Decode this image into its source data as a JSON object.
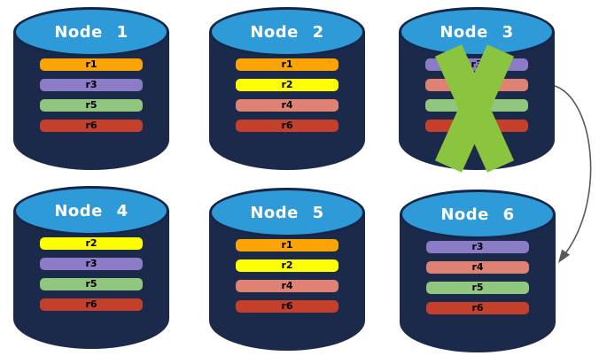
{
  "palette": {
    "background": "#ffffff",
    "cylinder-body": "#1b2a4b",
    "cylinder-top": "#2e9ad8",
    "cylinder-outline": "#152648",
    "node-title-color": "#ffffff",
    "bar-label-color": "#000000",
    "failure-x": "#8bc53f",
    "arrow": "#595959"
  },
  "nodes": [
    {
      "title": "Node 1",
      "replicas": [
        {
          "label": "r1",
          "color": "#fca305"
        },
        {
          "label": "r3",
          "color": "#8c7bc6"
        },
        {
          "label": "r5",
          "color": "#90c67e"
        },
        {
          "label": "r6",
          "color": "#c4402b"
        }
      ]
    },
    {
      "title": "Node 2",
      "replicas": [
        {
          "label": "r1",
          "color": "#fca305"
        },
        {
          "label": "r2",
          "color": "#ffff00"
        },
        {
          "label": "r4",
          "color": "#e08273"
        },
        {
          "label": "r6",
          "color": "#c4402b"
        }
      ]
    },
    {
      "title": "Node 3",
      "failed": true,
      "replicas": [
        {
          "label": "r3",
          "color": "#8c7bc6"
        },
        {
          "label": "r4",
          "color": "#e08273"
        },
        {
          "label": "r5",
          "color": "#90c67e"
        },
        {
          "label": "r6",
          "color": "#c4402b"
        }
      ]
    },
    {
      "title": "Node 4",
      "replicas": [
        {
          "label": "r2",
          "color": "#ffff00"
        },
        {
          "label": "r3",
          "color": "#8c7bc6"
        },
        {
          "label": "r5",
          "color": "#90c67e"
        },
        {
          "label": "r6",
          "color": "#c4402b"
        }
      ]
    },
    {
      "title": "Node 5",
      "replicas": [
        {
          "label": "r1",
          "color": "#fca305"
        },
        {
          "label": "r2",
          "color": "#ffff00"
        },
        {
          "label": "r4",
          "color": "#e08273"
        },
        {
          "label": "r6",
          "color": "#c4402b"
        }
      ]
    },
    {
      "title": "Node 6",
      "replicas": [
        {
          "label": "r3",
          "color": "#8c7bc6"
        },
        {
          "label": "r4",
          "color": "#e08273"
        },
        {
          "label": "r5",
          "color": "#90c67e"
        },
        {
          "label": "r6",
          "color": "#c4402b"
        }
      ]
    }
  ],
  "annotations": {
    "failed_node": "Node 3",
    "arrow_from": "Node 3",
    "arrow_to": "Node 6"
  }
}
